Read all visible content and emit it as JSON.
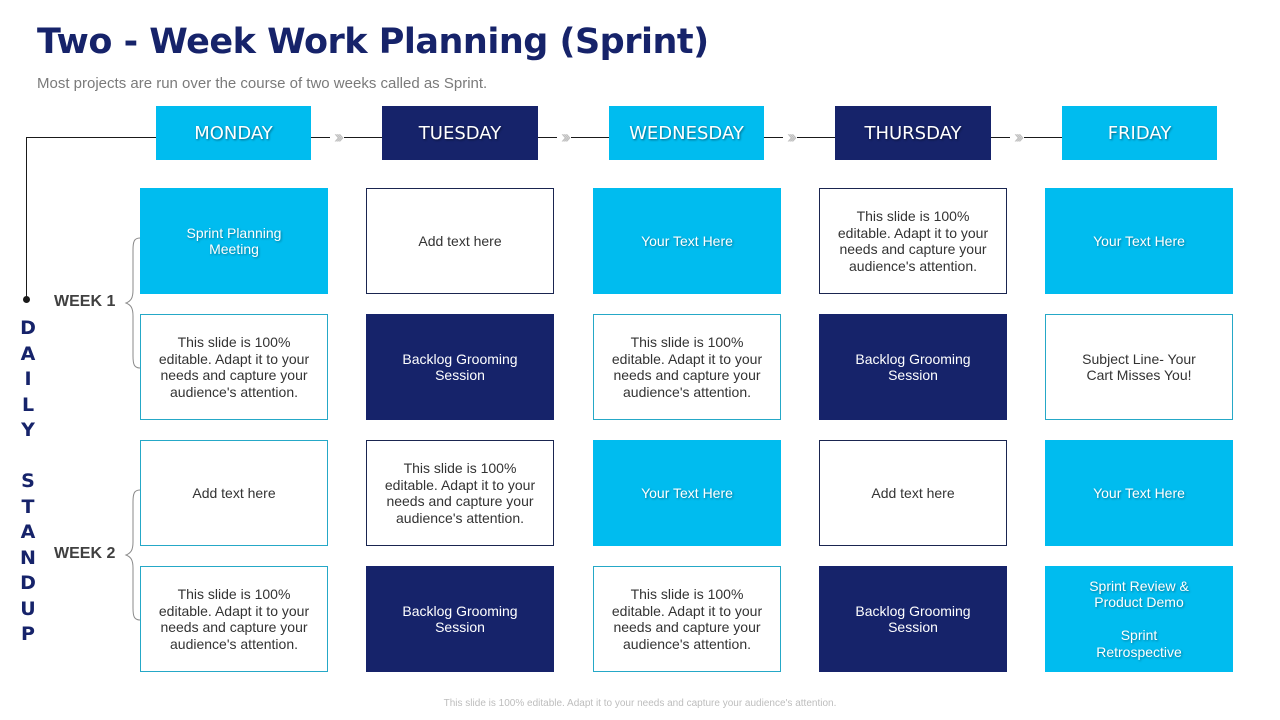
{
  "header": {
    "title": "Two - Week Work Planning (Sprint)",
    "subtitle": "Most projects are run over the course of two weeks called as Sprint."
  },
  "days": [
    {
      "label": "MONDAY",
      "style": "light"
    },
    {
      "label": "TUESDAY",
      "style": "dark"
    },
    {
      "label": "WEDNESDAY",
      "style": "light"
    },
    {
      "label": "THURSDAY",
      "style": "dark"
    },
    {
      "label": "FRIDAY",
      "style": "light"
    }
  ],
  "connector_icon": "triple-chevron-right-icon",
  "connector_glyph": "›››",
  "side_label": "DAILY STANDUP",
  "side_letters": [
    "D",
    "A",
    "I",
    "L",
    "Y",
    " ",
    "S",
    "T",
    "A",
    "N",
    "D",
    "U",
    "P"
  ],
  "weeks": [
    {
      "label": "WEEK 1"
    },
    {
      "label": "WEEK 2"
    }
  ],
  "grid": [
    [
      {
        "text": "Sprint Planning\nMeeting",
        "style": "light"
      },
      {
        "text": "Add text here",
        "style": "outline-navy"
      },
      {
        "text": "Your Text Here",
        "style": "light"
      },
      {
        "text": "This slide is 100% editable. Adapt it to your needs and capture your audience's attention.",
        "style": "outline-navy"
      },
      {
        "text": "Your Text Here",
        "style": "light"
      }
    ],
    [
      {
        "text": "This slide is 100% editable. Adapt it to your needs and capture your audience's attention.",
        "style": "outline-teal"
      },
      {
        "text": "Backlog Grooming\nSession",
        "style": "dark"
      },
      {
        "text": "This slide is 100% editable. Adapt it to your needs and capture your audience's attention.",
        "style": "outline-teal"
      },
      {
        "text": "Backlog Grooming\nSession",
        "style": "dark"
      },
      {
        "text": "Subject Line- Your\nCart Misses You!",
        "style": "outline-teal"
      }
    ],
    [
      {
        "text": "Add text here",
        "style": "outline-teal"
      },
      {
        "text": "This slide is 100% editable. Adapt it to your needs and capture your audience's attention.",
        "style": "outline-navy"
      },
      {
        "text": "Your Text Here",
        "style": "light"
      },
      {
        "text": "Add text here",
        "style": "outline-navy"
      },
      {
        "text": "Your Text Here",
        "style": "light"
      }
    ],
    [
      {
        "text": "This slide is 100% editable. Adapt it to your needs and capture your audience's attention.",
        "style": "outline-teal"
      },
      {
        "text": "Backlog Grooming\nSession",
        "style": "dark"
      },
      {
        "text": "This slide is 100% editable. Adapt it to your needs and capture your audience's attention.",
        "style": "outline-teal"
      },
      {
        "text": "Backlog Grooming\nSession",
        "style": "dark"
      },
      {
        "text": "Sprint Review &\nProduct Demo\n\nSprint\nRetrospective",
        "style": "light"
      }
    ]
  ],
  "footer": "This slide is 100% editable.  Adapt it to your needs and capture your audience's attention.",
  "colors": {
    "light_blue": "#00bcef",
    "navy": "#16236a",
    "title": "#16236a",
    "outline_teal": "#25a8c7"
  }
}
